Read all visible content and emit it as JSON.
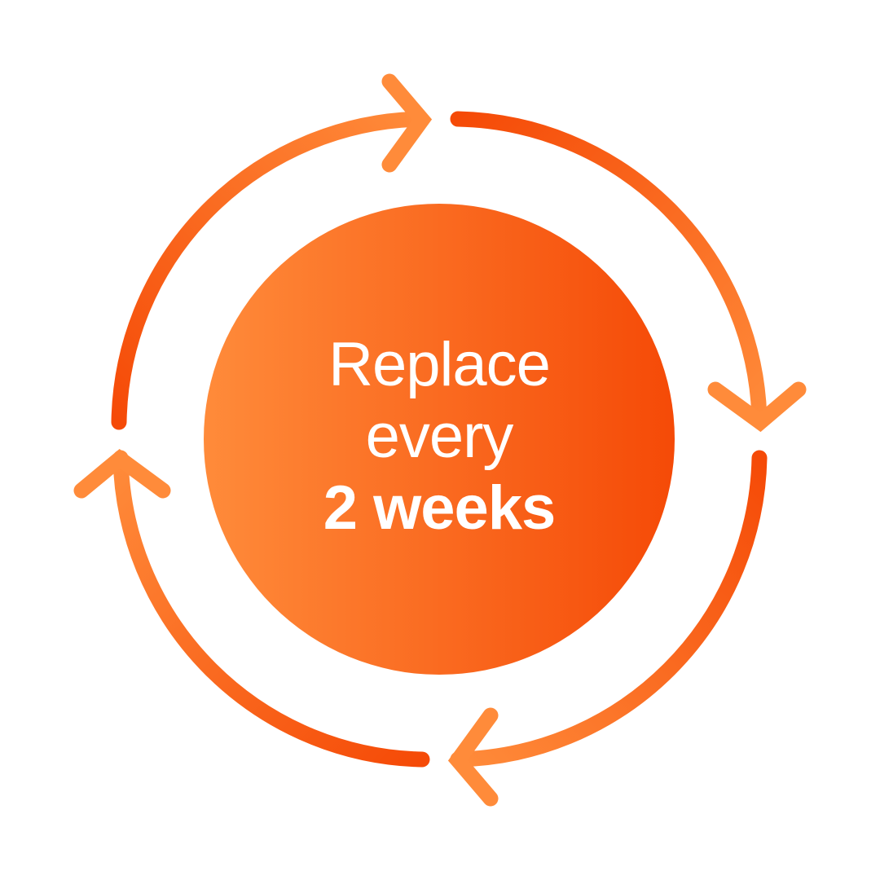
{
  "center": {
    "line1": "Replace",
    "line2": "every",
    "line3": "2 weeks"
  },
  "colors": {
    "gradient_start": "#FF8B3A",
    "gradient_end": "#F54A07",
    "text": "#FFFFFF",
    "background": "#FFFFFF"
  }
}
